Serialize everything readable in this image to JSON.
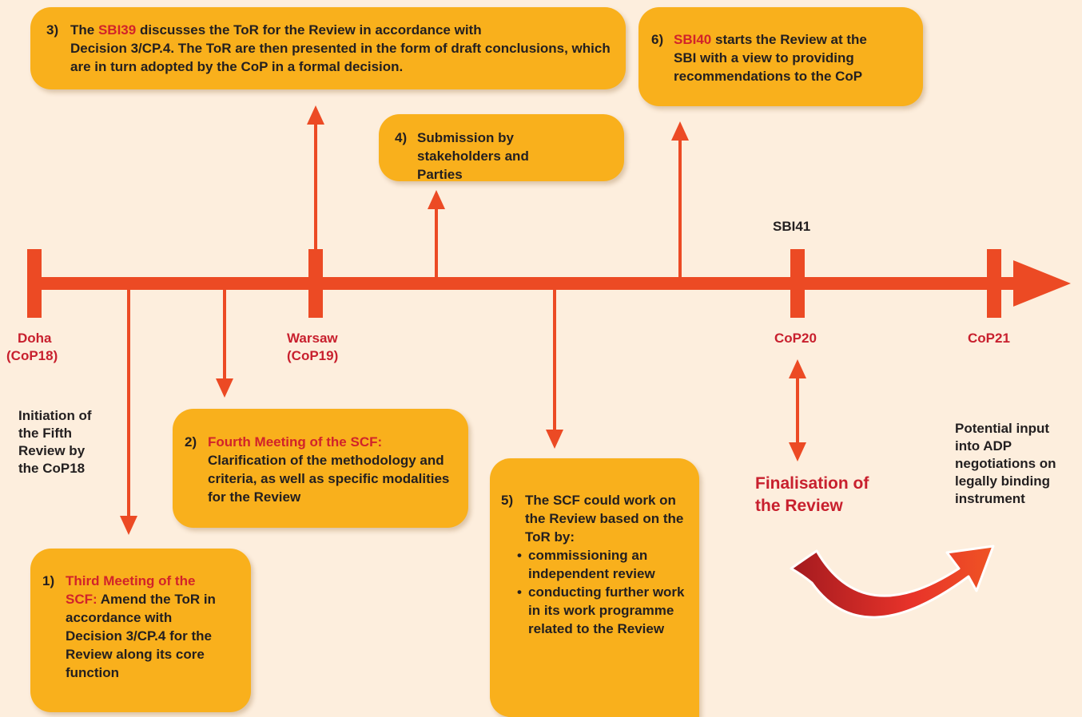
{
  "timeline": {
    "milestones": {
      "doha": [
        "Doha",
        "(CoP18)"
      ],
      "warsaw": [
        "Warsaw",
        "(CoP19)"
      ],
      "sbi41": "SBI41",
      "cop20": "CoP20",
      "cop21": "CoP21"
    }
  },
  "steps": {
    "s1": {
      "num": "1)",
      "highlight": "Third Meeting of the SCF:",
      "text": "Amend the ToR in accordance with Decision 3/CP.4 for the Review along its core function"
    },
    "s2": {
      "num": "2)",
      "highlight": "Fourth Meeting of the SCF:",
      "text": "Clarification of the methodology and criteria, as well as specific modalities for the Review"
    },
    "s3": {
      "num": "3)",
      "prefix": "The",
      "highlight": "SBI39",
      "text_line1": "discusses the ToR for the Review in accordance with",
      "text_rest": "Decision 3/CP.4. The ToR are then presented in the form of draft conclusions, which are in turn adopted by the CoP in a formal decision."
    },
    "s4": {
      "num": "4)",
      "text": "Submission by stakeholders and Parties"
    },
    "s5": {
      "num": "5)",
      "intro": "The SCF could work on the Review based on the ToR by:",
      "bullets": [
        "commissioning an independent review",
        "conducting further work in its work programme related to the Review"
      ]
    },
    "s6": {
      "num": "6)",
      "highlight": "SBI40",
      "text_line1": "starts the Review at the",
      "text_rest": "SBI with a view to providing recommendations to the CoP"
    }
  },
  "notes": {
    "initiation": "Initiation of the Fifth Review by the CoP18",
    "finalisation": "Finalisation of the Review",
    "potential": "Potential input into ADP negotiations on legally binding instrument"
  },
  "colors": {
    "background": "#fdeedd",
    "box": "#f9b01c",
    "arrow": "#ec4a24",
    "highlight": "#d1232a",
    "curved_arrow_dark": "#a31a1f"
  }
}
